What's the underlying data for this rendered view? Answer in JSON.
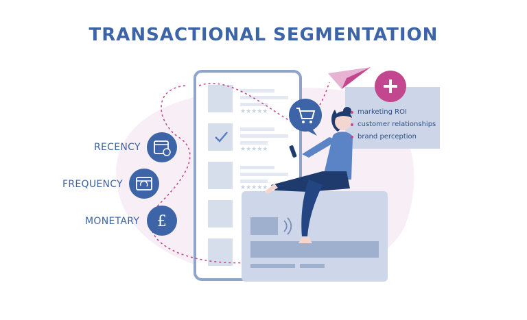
{
  "title": "TRANSACTIONAL SEGMENTATION",
  "rfm": [
    {
      "label": "RECENCY",
      "icon": "calendar-clock-icon"
    },
    {
      "label": "FREQUENCY",
      "icon": "calendar-refresh-icon"
    },
    {
      "label": "MONETARY",
      "icon": "pound-sign-icon"
    }
  ],
  "benefits": [
    "marketing ROI",
    "customer relationships",
    "brand perception"
  ],
  "colors": {
    "primary_blue": "#3c64a6",
    "light_panel": "#ccd6e8",
    "pink_accent": "#c2478e",
    "pale_pink_blob": "#f8eef5"
  }
}
